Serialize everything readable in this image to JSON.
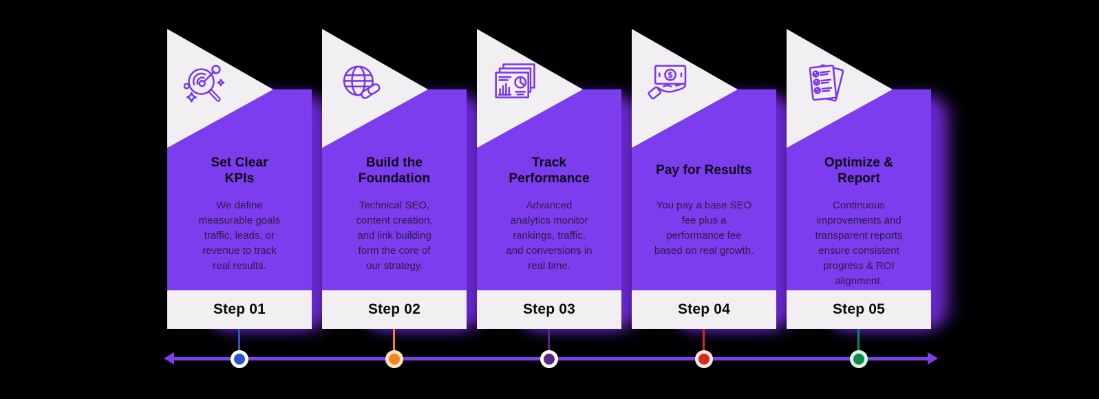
{
  "colors": {
    "background": "#000000",
    "card_purple": "#7b3ded",
    "panel_white": "#f1eff2",
    "icon_stroke": "#7a35e8",
    "title_text": "#0d0714",
    "desc_text": "#2e1b45",
    "step_text": "#0a0a0a",
    "timeline_purple": "#7e3fe8",
    "shadow_purple": "#6f2ce6"
  },
  "timeline": {
    "line_color": "#7e3fe8",
    "left_arrow_icon": "timeline-left-arrow-icon",
    "right_arrow_icon": "timeline-right-arrow-icon"
  },
  "steps": [
    {
      "label": "Step 01",
      "title": "Set Clear\nKPIs",
      "description": "We define\nmeasurable goals\ntraffic, leads, or\nrevenue  to track\nreal results.",
      "icon": "radar-magnifier-icon",
      "dot_color": "#2d53c4",
      "ring_color": "#ffffff"
    },
    {
      "label": "Step 02",
      "title": "Build the\nFoundation",
      "description": "Technical SEO,\ncontent creation,\nand link building\nform the core of\nour strategy.",
      "icon": "globe-link-icon",
      "dot_color": "#f5831f",
      "ring_color": "#fbe4c4"
    },
    {
      "label": "Step 03",
      "title": "Track\nPerformance",
      "description": "Advanced\nanalytics monitor\nrankings, traffic,\nand conversions in\nreal time.",
      "icon": "analytics-slides-icon",
      "dot_color": "#5b2585",
      "ring_color": "#ffffff"
    },
    {
      "label": "Step 04",
      "title": "Pay for Results",
      "description": "You pay a base SEO\nfee plus a\nperformance fee\nbased on real growth.",
      "icon": "money-hand-icon",
      "dot_color": "#d42a20",
      "ring_color": "#f8e6e3"
    },
    {
      "label": "Step 05",
      "title": "Optimize &\nReport",
      "description": "Continuous\nimprovements and\ntransparent reports\nensure consistent\nprogress & ROI\nalignment.",
      "icon": "checklist-icon",
      "dot_color": "#108a50",
      "ring_color": "#ddf2e4"
    }
  ]
}
